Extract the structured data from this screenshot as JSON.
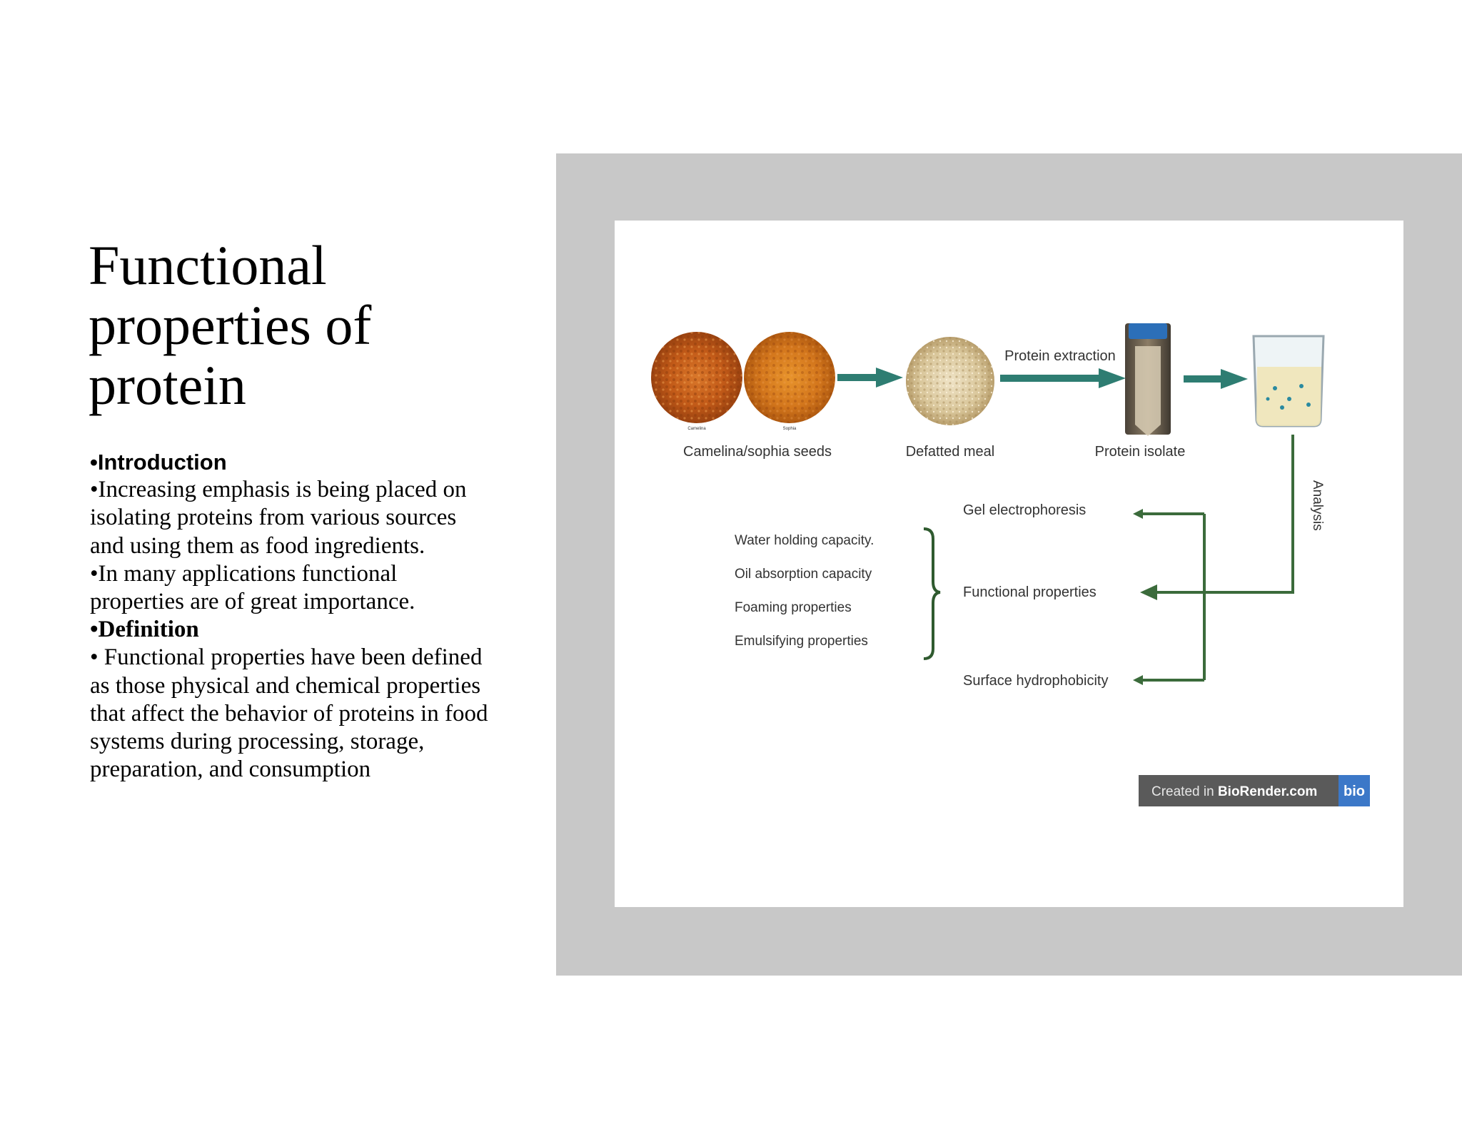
{
  "slide": {
    "title": "Functional properties of protein",
    "intro_heading": "•Introduction",
    "intro_p1": "•Increasing emphasis is being placed on isolating  proteins from various sources and using them as  food ingredients.",
    "intro_p2": "•In many applications functional properties are of great importance.",
    "definition_heading": "•Definition",
    "definition_text": "• Functional  properties have been defined as those physical  and chemical properties that affect the behavior  of proteins in food systems during processing,  storage, preparation, and consumption"
  },
  "figure": {
    "seed_label_small_1": "Camelina",
    "seed_label_small_2": "Sophia",
    "seeds_label": "Camelina/sophia seeds",
    "meal_label": "Defatted meal",
    "extraction_label": "Protein extraction",
    "isolate_label": "Protein isolate",
    "analysis_label": "Analysis",
    "gel_label": "Gel electrophoresis",
    "functional_label": "Functional properties",
    "surface_label": "Surface hydrophobicity",
    "properties": [
      "Water holding capacity.",
      "Oil absorption capacity",
      "Foaming properties",
      "Emulsifying properties"
    ],
    "badge_prefix": "Created in ",
    "badge_brand": "BioRender.com",
    "badge_logo": "bio",
    "colors": {
      "process_arrow": "#2e7d72",
      "analysis_line": "#3b6b3b",
      "panel_gray": "#c8c8c8",
      "badge_gray": "#5a5a5a",
      "badge_blue": "#3c78c8"
    }
  }
}
